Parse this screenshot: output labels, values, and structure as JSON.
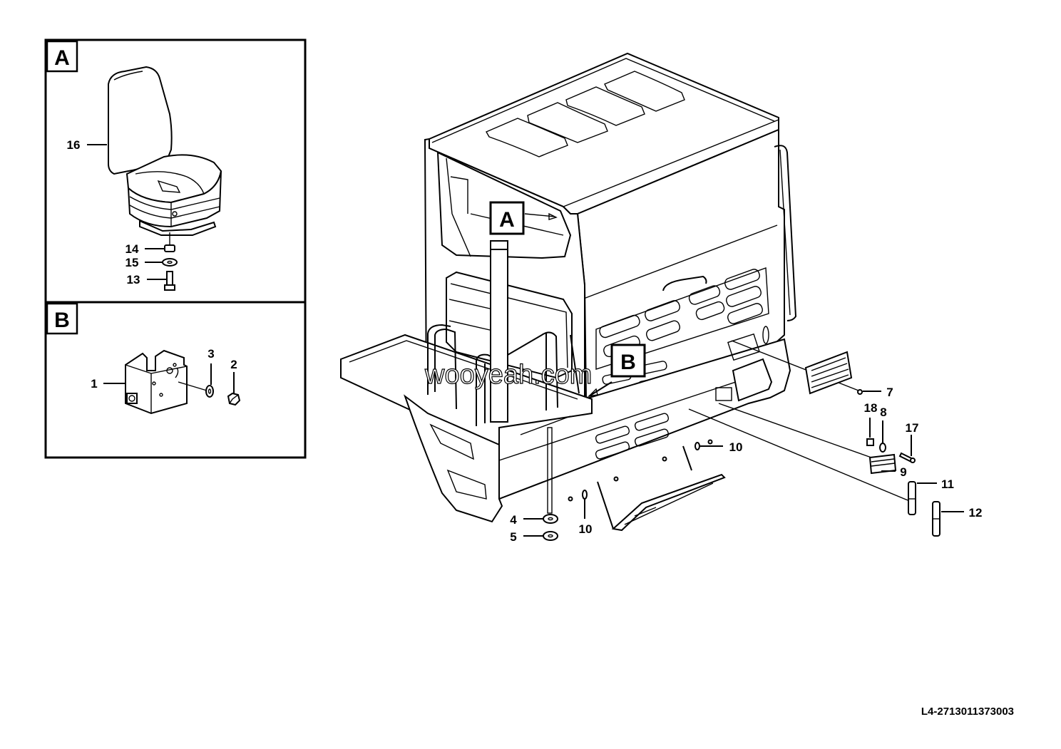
{
  "detail_boxes": [
    {
      "letter": "A",
      "callouts": [
        "16",
        "14",
        "15",
        "13"
      ]
    },
    {
      "letter": "B",
      "callouts": [
        "1",
        "3",
        "2"
      ]
    }
  ],
  "main_view": {
    "view_markers": [
      "A",
      "B"
    ],
    "callouts": [
      "7",
      "18",
      "8",
      "17",
      "9",
      "11",
      "12",
      "10",
      "10",
      "4",
      "5"
    ]
  },
  "watermark": "wooyeah.com",
  "drawing_code": "L4-2713011373003"
}
